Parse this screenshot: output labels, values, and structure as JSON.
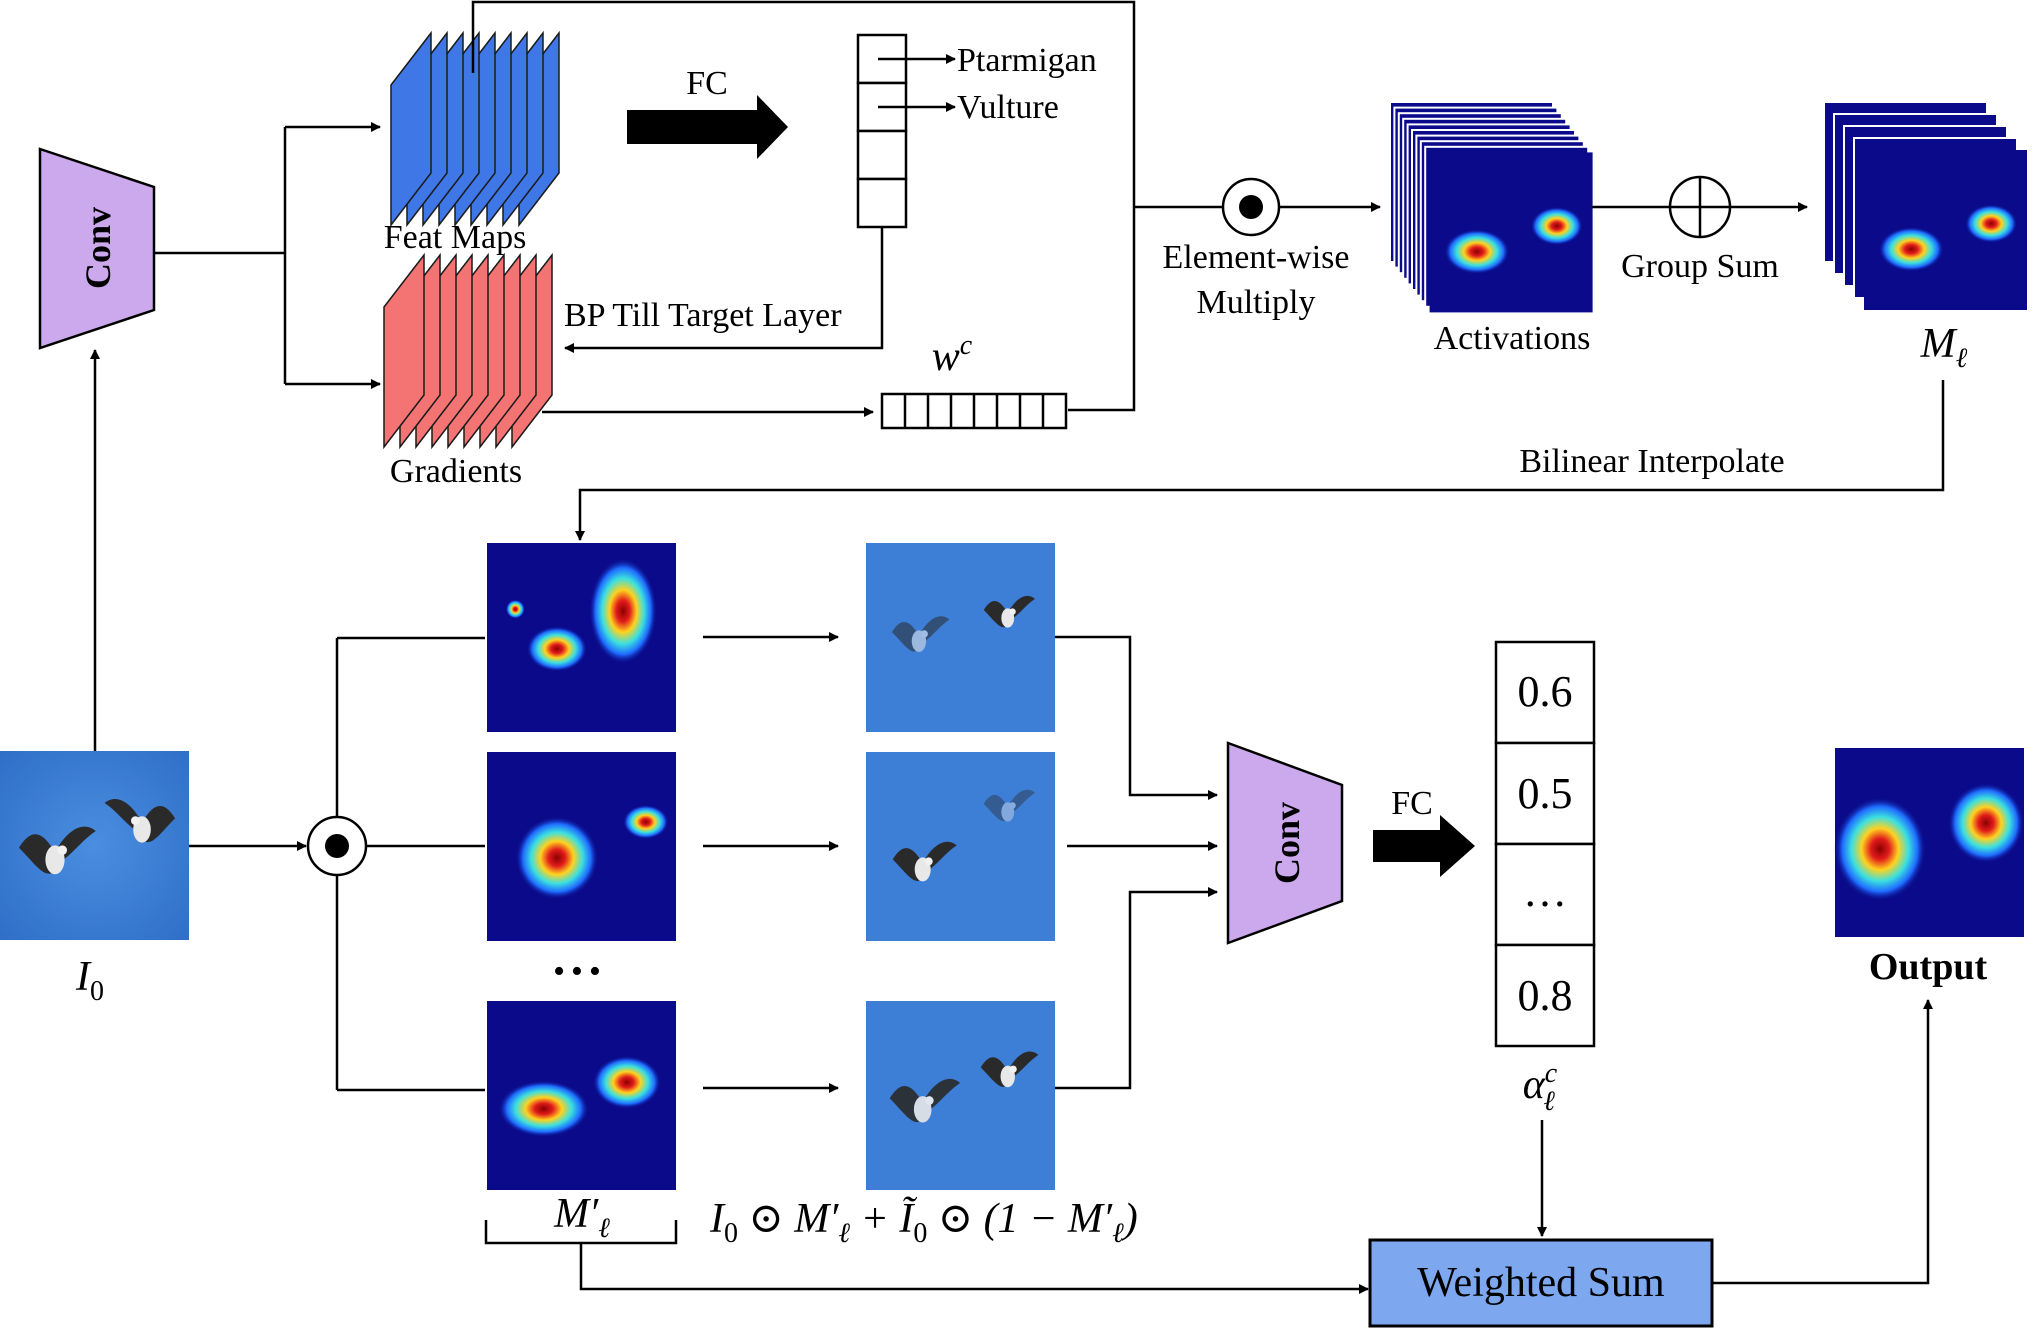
{
  "feat_maps": {
    "label": "Feat Maps"
  },
  "gradients": {
    "label": "Gradients"
  },
  "fc_top": {
    "label": "FC"
  },
  "classes": [
    "Ptarmigan",
    "Vulture"
  ],
  "bp_label": "BP Till Target Layer",
  "weight_label": "w",
  "weight_superscript": "c",
  "multiply": {
    "line1": "Element-wise",
    "line2": "Multiply"
  },
  "activations_label": "Activations",
  "group_sum_label": "Group Sum",
  "m_l": {
    "base": "M",
    "sub": "ℓ"
  },
  "bilinear_label": "Bilinear Interpolate",
  "conv_label": "Conv",
  "input_label": {
    "base": "I",
    "sub": "0"
  },
  "ellipsis_dots": "•••",
  "m_prime": {
    "base": "M′",
    "sub": "ℓ"
  },
  "formula": {
    "p1": "I",
    "s1": "0",
    "p2": " ⊙ M′",
    "s2": "ℓ",
    "p3": " + Ĩ",
    "s3": "0",
    "p4": " ⊙ (1 − M′",
    "s4": "ℓ",
    "p5": ")"
  },
  "fc_bottom": {
    "label": "FC"
  },
  "scores": [
    "0.6",
    "0.5",
    "…",
    "0.8"
  ],
  "alpha": {
    "base": "α",
    "sup": "c",
    "sub": "ℓ"
  },
  "weighted_sum_label": "Weighted Sum",
  "output_label": "Output",
  "colors": {
    "conv_fill": "#cba9ec",
    "feat_fill": "#3f78e6",
    "grad_fill": "#f47373",
    "weighted_fill": "#7da7ee",
    "heat_bg": "#0a0a8a",
    "sky": "#3d7fd6"
  }
}
